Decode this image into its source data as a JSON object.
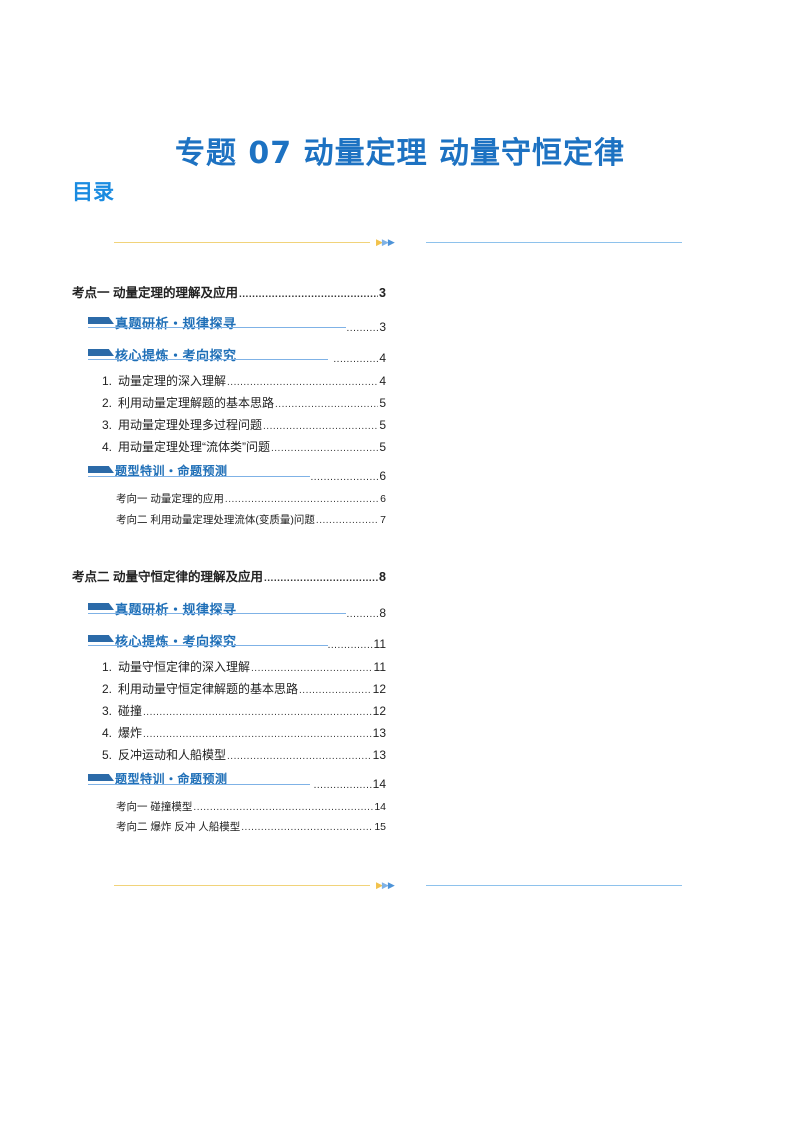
{
  "title": "专题 07  动量定理  动量守恒定律",
  "toc_heading": "目录",
  "sections": [
    {
      "label": "考点一  动量定理的理解及应用",
      "page": "3",
      "banners": [
        {
          "label": "真题研析・规律探寻",
          "page": "3"
        },
        {
          "label": "核心提炼・考向探究",
          "page": "4"
        },
        {
          "label": "题型特训・命题预测",
          "page": "6"
        }
      ],
      "items": [
        {
          "num": "1.",
          "label": "动量定理的深入理解",
          "page": "4"
        },
        {
          "num": "2.",
          "label": "利用动量定理解题的基本思路",
          "page": "5"
        },
        {
          "num": "3.",
          "label": "用动量定理处理多过程问题",
          "page": "5"
        },
        {
          "num": "4.",
          "label": "用动量定理处理“流体类”问题",
          "page": "5"
        }
      ],
      "subs": [
        {
          "label": "考向一  动量定理的应用",
          "page": "6"
        },
        {
          "label": "考向二  利用动量定理处理流体(变质量)问题",
          "page": "7"
        }
      ]
    },
    {
      "label": "考点二  动量守恒定律的理解及应用",
      "page": "8",
      "banners": [
        {
          "label": "真题研析・规律探寻",
          "page": "8"
        },
        {
          "label": "核心提炼・考向探究",
          "page": "11"
        },
        {
          "label": "题型特训・命题预测",
          "page": "14"
        }
      ],
      "items": [
        {
          "num": "1.",
          "label": "动量守恒定律的深入理解",
          "page": "11"
        },
        {
          "num": "2.",
          "label": "利用动量守恒定律解题的基本思路",
          "page": "12"
        },
        {
          "num": "3.",
          "label": "碰撞",
          "page": "12"
        },
        {
          "num": "4.",
          "label": "爆炸",
          "page": "13"
        },
        {
          "num": "5.",
          "label": "反冲运动和人船模型",
          "page": "13"
        }
      ],
      "subs": [
        {
          "label": "考向一  碰撞模型",
          "page": "14"
        },
        {
          "label": "考向二  爆炸  反冲  人船模型",
          "page": "15"
        }
      ]
    }
  ],
  "colors": {
    "title": "#1d72c2",
    "toc_heading": "#1a8be0",
    "banner": "#1f6fb7",
    "banner_bar": "#2b6aa8"
  },
  "icons": {
    "divider_arrows": "triangle-arrows-icon",
    "banner_bar": "slanted-bar-icon"
  }
}
